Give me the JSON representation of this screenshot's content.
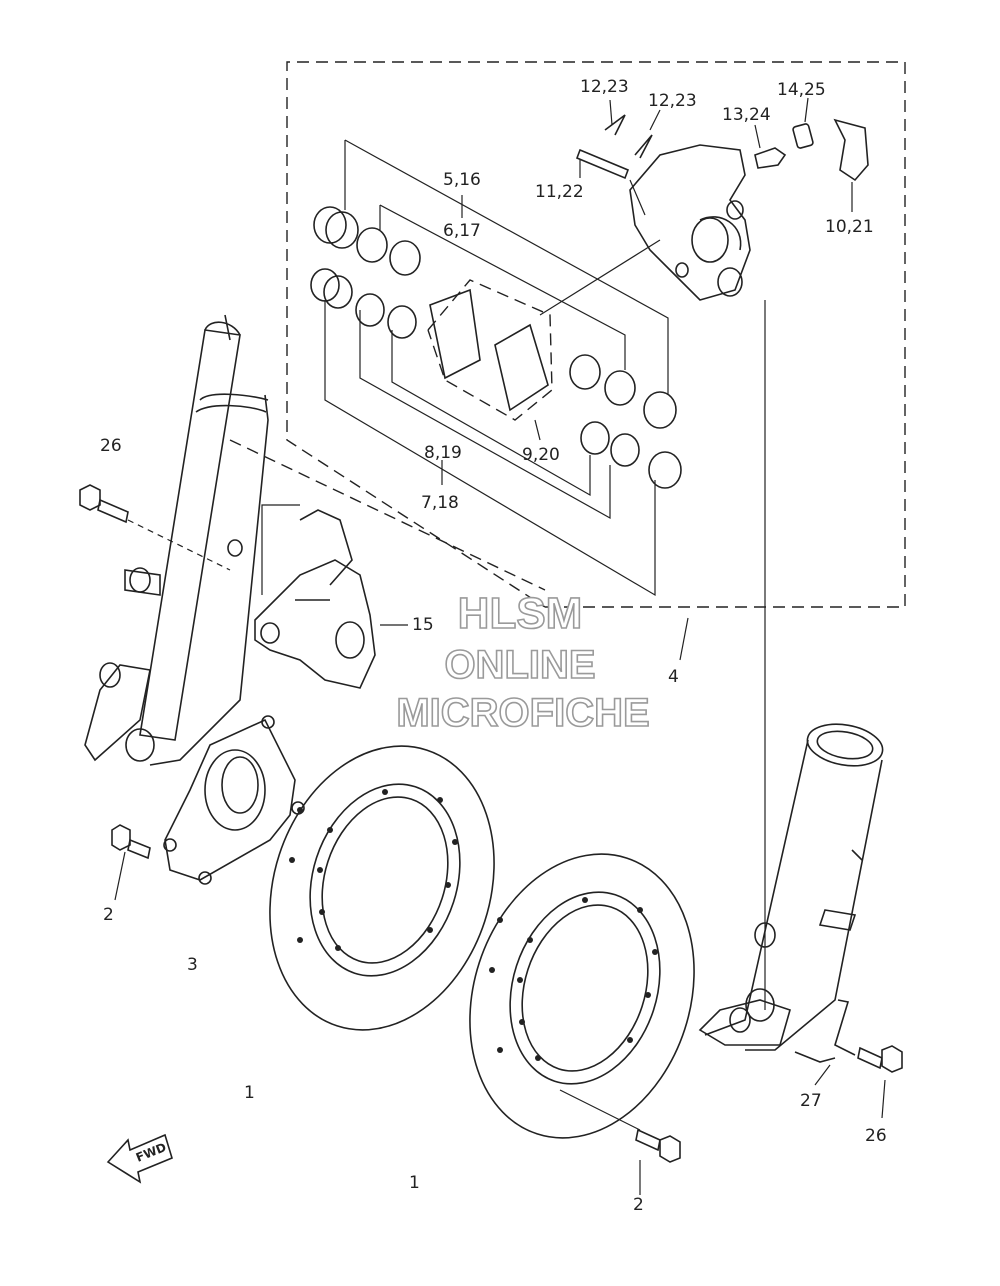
{
  "labels": {
    "l1a": "1",
    "l1b": "1",
    "l2a": "2",
    "l2b": "2",
    "l3": "3",
    "l4": "4",
    "l5_16": "5,16",
    "l6_17": "6,17",
    "l7_18": "7,18",
    "l8_19": "8,19",
    "l9_20": "9,20",
    "l10_21": "10,21",
    "l11_22": "11,22",
    "l12_23a": "12,23",
    "l12_23b": "12,23",
    "l13_24": "13,24",
    "l14_25": "14,25",
    "l15": "15",
    "l26a": "26",
    "l26b": "26",
    "l27": "27"
  },
  "watermark": {
    "line1": "HLSM",
    "line2": "ONLINE",
    "line3": "MICROFICHE"
  },
  "fwd_label": "FWD"
}
